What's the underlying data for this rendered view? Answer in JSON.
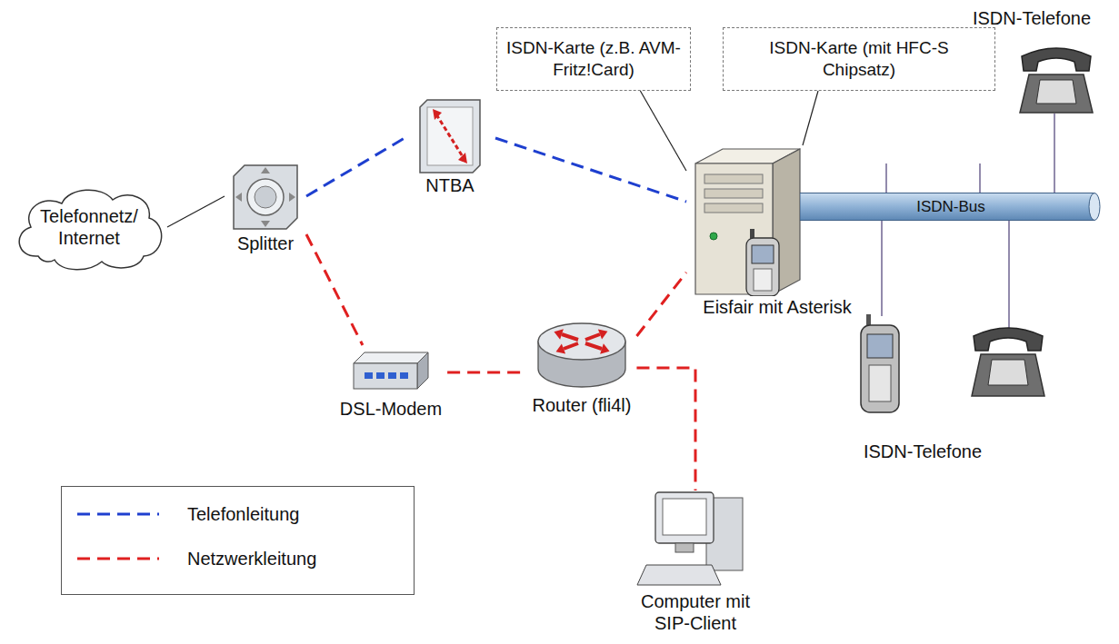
{
  "diagram": {
    "nodes": [
      {
        "text": [
          "Telefonnetz/ Internet"
        ]
      },
      {
        "text": [
          "Splitter"
        ]
      },
      {
        "text": [
          "NTBA"
        ]
      },
      {
        "text": [
          "ISDN-Karte (z.B. AVM-Fritz!Card)"
        ]
      },
      {
        "text": [
          "ISDN-Karte (mit HFC-S Chipsatz)"
        ]
      },
      {
        "text": [
          "Eisfair mit Asterisk"
        ]
      },
      {
        "text": [
          "DSL-Modem"
        ]
      },
      {
        "text": [
          "Router (fli4l)"
        ]
      },
      {
        "text": [
          "Computer mit SIP-Client"
        ]
      },
      {
        "text": [
          "ISDN-Bus"
        ]
      }
    ],
    "edges": [
      {
        "from": 0,
        "to": 1,
        "arrow": "none"
      },
      {
        "from": 1,
        "to": 2,
        "arrow": "none"
      },
      {
        "from": 2,
        "to": 5,
        "arrow": "none"
      },
      {
        "from": 3,
        "to": 5,
        "arrow": "none"
      },
      {
        "from": 4,
        "to": 5,
        "arrow": "none"
      },
      {
        "from": 1,
        "to": 6,
        "arrow": "none"
      },
      {
        "from": 6,
        "to": 7,
        "arrow": "none"
      },
      {
        "from": 7,
        "to": 5,
        "arrow": "none"
      },
      {
        "from": 7,
        "to": 8,
        "arrow": "none"
      }
    ],
    "labels": [
      "ISDN-Telefone",
      "ISDN-Telefone"
    ],
    "legend": [
      {
        "text": "Telefonleitung"
      },
      {
        "text": "Netzwerkleitung"
      }
    ]
  }
}
